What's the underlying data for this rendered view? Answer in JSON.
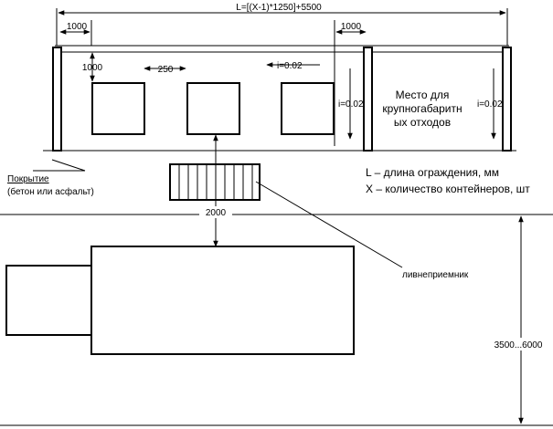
{
  "dimensions": {
    "total_length": "L=[(X-1)*1250]+5500",
    "offset_left": "1000",
    "offset_right": "1000",
    "offset_top": "1000",
    "gap": "250",
    "road_gap": "2000",
    "road_width": "3500...6000"
  },
  "slopes": {
    "top": "i=0.02",
    "mid": "i=0.02",
    "right": "i=0.02"
  },
  "bulky_waste": {
    "line1": "Место для",
    "line2": "крупногабаритн",
    "line3": "ых отходов"
  },
  "legend": {
    "l": "L – длина ограждения, мм",
    "x": "X – количество контейнеров, шт"
  },
  "coating": {
    "title": "Покрытие",
    "note": "(бетон или асфальт)"
  },
  "drain_label": "ливнеприемник"
}
